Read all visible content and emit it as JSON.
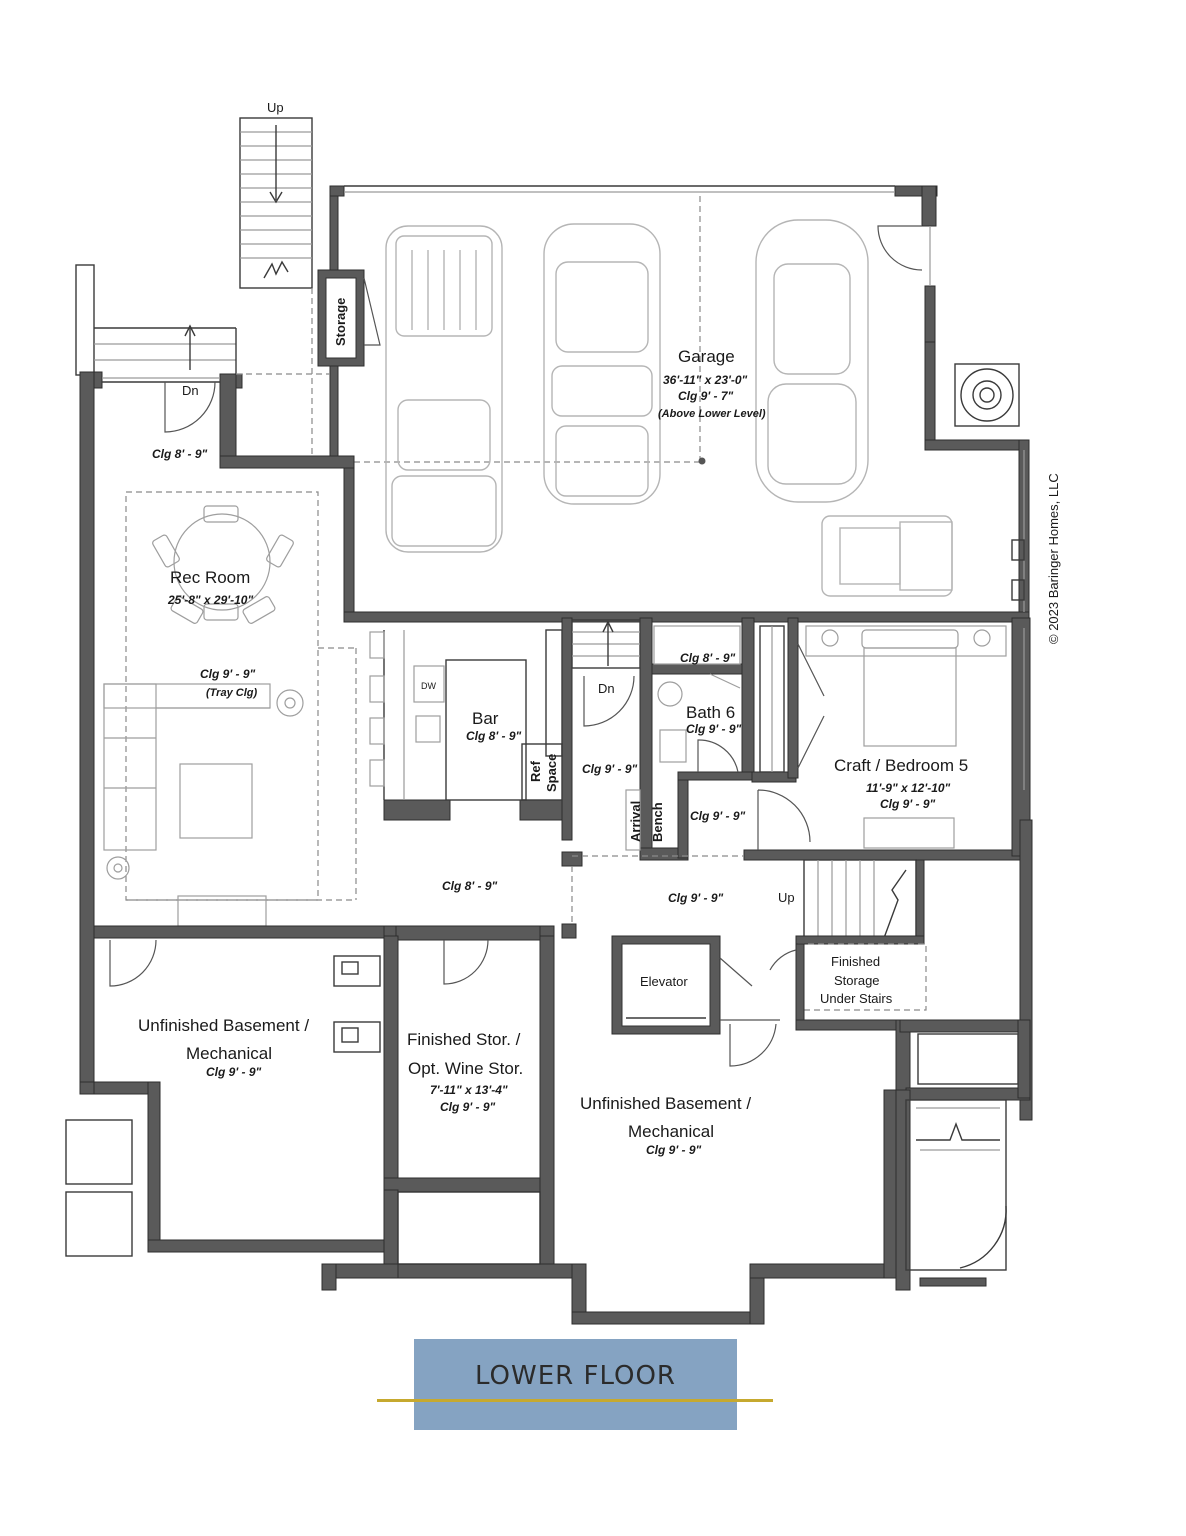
{
  "plan": {
    "title": "LOWER FLOOR",
    "copyright": "© 2023 Baringer Homes, LLC",
    "rooms": {
      "garage": {
        "name": "Garage",
        "size": "36'-11\" x 23'-0\"",
        "ceiling": "Clg 9' - 7\"",
        "note": "(Above Lower Level)"
      },
      "storage": {
        "name": "Storage"
      },
      "rec_room": {
        "name": "Rec Room",
        "size": "25'-8\" x 29'-10\"",
        "ceiling": "Clg 9' - 9\"",
        "note": "(Tray Clg)"
      },
      "bar": {
        "name": "Bar",
        "ceiling": "Clg 8' - 9\""
      },
      "ref_space": {
        "line1": "Ref",
        "line2": "Space"
      },
      "dw": {
        "name": "DW"
      },
      "bath6": {
        "name": "Bath 6",
        "ceiling": "Clg 9' - 9\""
      },
      "craft_bed5": {
        "name": "Craft / Bedroom 5",
        "size": "11'-9\" x 12'-10\"",
        "ceiling": "Clg 9' - 9\""
      },
      "arrival_bench": {
        "line1": "Arrival",
        "line2": "Bench"
      },
      "elevator": {
        "name": "Elevator"
      },
      "finished_storage_stairs": {
        "line1": "Finished",
        "line2": "Storage",
        "line3": "Under Stairs"
      },
      "unfinished_left": {
        "line1": "Unfinished Basement /",
        "line2": "Mechanical",
        "ceiling": "Clg 9' - 9\""
      },
      "finished_stor": {
        "line1": "Finished Stor. /",
        "line2": "Opt. Wine Stor.",
        "size": "7'-11\" x 13'-4\"",
        "ceiling": "Clg 9' - 9\""
      },
      "unfinished_right": {
        "line1": "Unfinished Basement /",
        "line2": "Mechanical",
        "ceiling": "Clg 9' - 9\""
      }
    },
    "ceilings": {
      "entry": "Clg 8' - 9\"",
      "bath_upper": "Clg 8' - 9\"",
      "hall_left": "Clg 9' - 9\"",
      "hall_bench": "Clg 9' - 9\"",
      "hall_main": "Clg 8' - 9\"",
      "hall_right": "Clg 9' - 9\""
    },
    "stair_labels": {
      "up_top": "Up",
      "dn_entry": "Dn",
      "dn_hall": "Dn",
      "up_hall": "Up"
    }
  }
}
